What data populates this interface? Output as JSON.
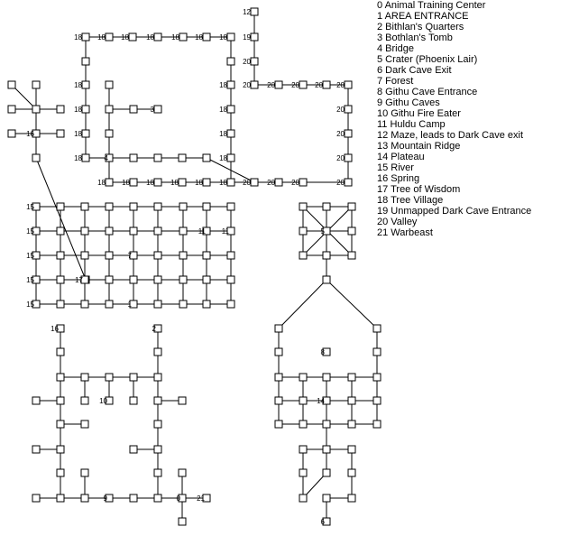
{
  "legend": [
    "0 Animal Training Center",
    "1 AREA ENTRANCE",
    "2 Bithlan's Quarters",
    "3 Bothlan's Tomb",
    "4 Bridge",
    "5 Crater (Phoenix Lair)",
    "6 Dark Cave Exit",
    "7 Forest",
    "8 Githu Cave Entrance",
    "9 Githu Caves",
    "10 Githu Fire Eater",
    "11 Huldu Camp",
    "12 Maze, leads to Dark Cave exit",
    "13 Mountain Ridge",
    "14 Plateau",
    "15 River",
    "16 Spring",
    "17 Tree of Wisdom",
    "18 Tree Village",
    "19 Unmapped Dark Cave Entrance",
    "20 Valley",
    "21 Warbeast"
  ],
  "room_labels": [
    "12",
    "19",
    "20",
    "18",
    "3",
    "4",
    "13",
    "16",
    "15",
    "7",
    "11",
    "1",
    "17",
    "2",
    "10",
    "9",
    "0",
    "21",
    "5",
    "8",
    "14",
    "6"
  ]
}
